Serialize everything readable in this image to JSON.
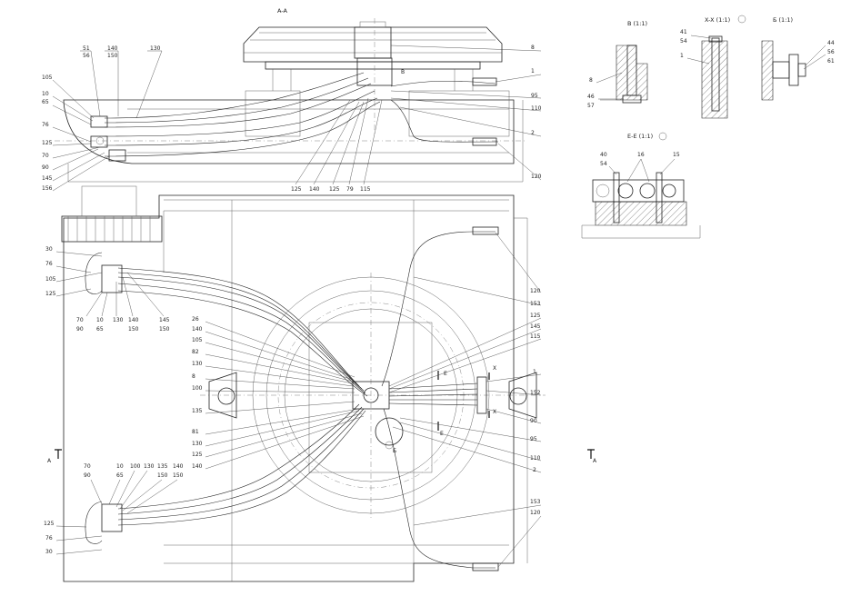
{
  "views": {
    "aa": "A-A",
    "b": "В (1:1)",
    "xx": "X-X (1:1)",
    "bb": "Б (1:1)",
    "ee": "Е-Е (1:1)"
  },
  "section_marks": {
    "a_left": "A",
    "a_right": "A",
    "x_top": "X",
    "x_bottom": "X",
    "e_top": "E",
    "e_bottom": "E",
    "b_marker": "B",
    "b6_marker": "Б"
  },
  "callouts": {
    "top_left": [
      "51",
      "56",
      "140",
      "150",
      "130",
      "105",
      "10",
      "65",
      "76",
      "125",
      "70",
      "90",
      "145",
      "156"
    ],
    "top_bottom": [
      "125",
      "140",
      "125",
      "79",
      "115"
    ],
    "top_right": [
      "8",
      "1",
      "95",
      "110",
      "2",
      "120"
    ],
    "mid_left": [
      "30",
      "76",
      "105",
      "125",
      "70",
      "90",
      "10",
      "65",
      "130",
      "140",
      "150",
      "145",
      "150"
    ],
    "center_left": [
      "26",
      "140",
      "105",
      "82",
      "130",
      "8",
      "100",
      "135",
      "81",
      "130",
      "125",
      "140"
    ],
    "center_right": [
      "120",
      "153",
      "125",
      "145",
      "115",
      "1",
      "152",
      "90",
      "95",
      "110",
      "2"
    ],
    "bottom_left": [
      "70",
      "90",
      "10",
      "65",
      "100",
      "130",
      "135",
      "150",
      "140",
      "150",
      "125",
      "76",
      "30"
    ],
    "bottom_right": [
      "153",
      "120"
    ],
    "detail_b": [
      "8",
      "46",
      "57"
    ],
    "detail_xx": [
      "41",
      "54",
      "1"
    ],
    "detail_bb": [
      "44",
      "56",
      "61"
    ],
    "detail_ee": [
      "40",
      "54",
      "16",
      "15"
    ]
  }
}
